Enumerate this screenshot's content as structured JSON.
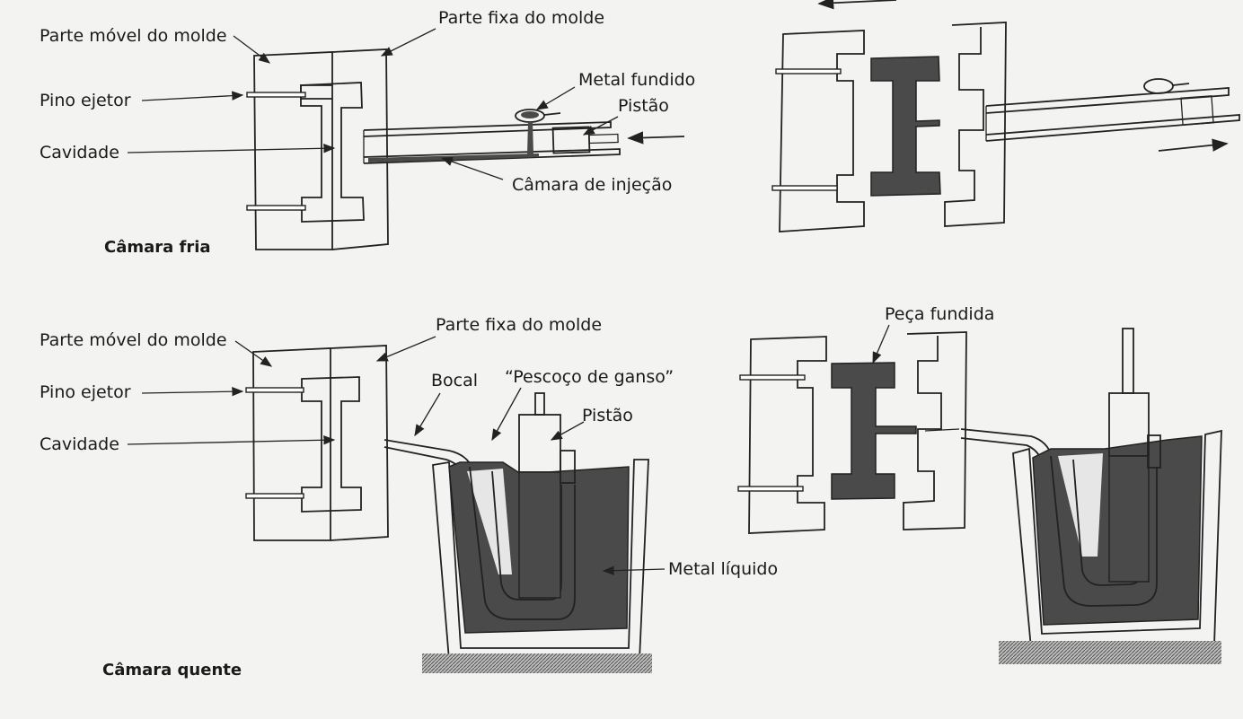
{
  "cold_chamber": {
    "title": "Câmara fria",
    "moving_part": "Parte móvel do molde",
    "fixed_part": "Parte fixa do molde",
    "ejector_pin": "Pino ejetor",
    "cavity": "Cavidade",
    "molten_metal": "Metal fundido",
    "piston": "Pistão",
    "injection_chamber": "Câmara de injeção"
  },
  "hot_chamber": {
    "title": "Câmara quente",
    "moving_part": "Parte móvel do molde",
    "fixed_part": "Parte fixa do molde",
    "ejector_pin": "Pino ejetor",
    "cavity": "Cavidade",
    "nozzle": "Bocal",
    "gooseneck": "“Pescoço de ganso”",
    "piston": "Pistão",
    "liquid_metal": "Metal líquido",
    "cast_part": "Peça fundida"
  },
  "colors": {
    "metal": "#4a4a4a",
    "line": "#222222",
    "paper": "#f3f3f1"
  }
}
